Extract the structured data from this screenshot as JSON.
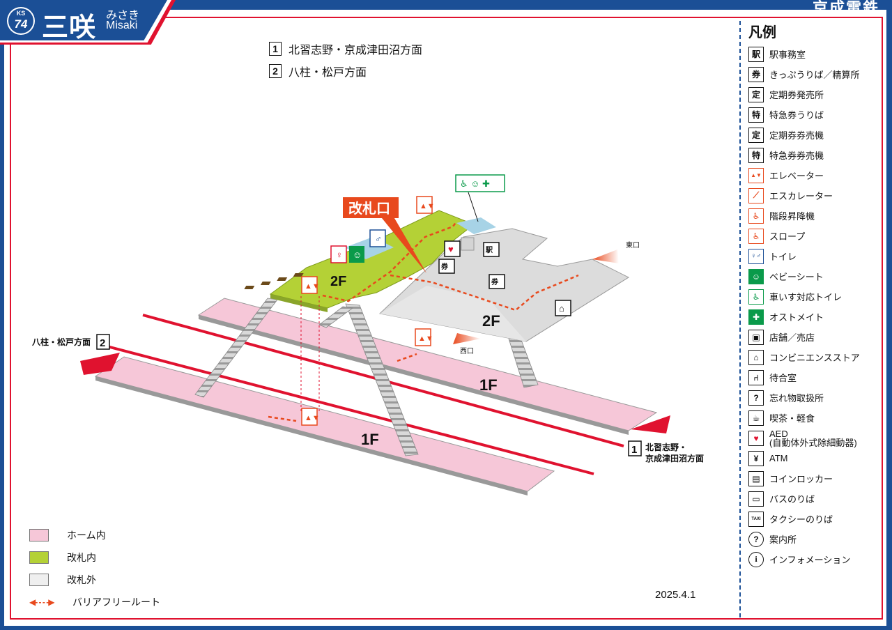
{
  "header": {
    "line_code": "KS",
    "station_number": "74",
    "station_name": "三咲",
    "station_kana": "みさき",
    "station_roman": "Misaki",
    "company": "京成電鉄"
  },
  "destinations": [
    {
      "num": "1",
      "label": "北習志野・京成津田沼方面"
    },
    {
      "num": "2",
      "label": "八柱・松戸方面"
    }
  ],
  "map": {
    "gate_label": "改札口",
    "floor_2f": "2F",
    "floor_1f": "1F",
    "east_exit": "東口",
    "west_exit": "西口",
    "track2_label": "八柱・松戸方面",
    "track2_num": "2",
    "track1_num": "1",
    "track1_label_line1": "北習志野・",
    "track1_label_line2": "京成津田沼方面"
  },
  "legend": {
    "title": "凡例",
    "items": [
      {
        "icon": "station-office-icon",
        "glyph": "駅",
        "label": "駅事務室"
      },
      {
        "icon": "ticket-office-icon",
        "glyph": "券",
        "label": "きっぷうりば／精算所"
      },
      {
        "icon": "commuter-pass-office-icon",
        "glyph": "定",
        "label": "定期券発売所"
      },
      {
        "icon": "limited-express-ticket-icon",
        "glyph": "特",
        "label": "特急券うりば"
      },
      {
        "icon": "commuter-pass-machine-icon",
        "glyph": "定",
        "label": "定期券券売機"
      },
      {
        "icon": "limited-express-machine-icon",
        "glyph": "特",
        "label": "特急券券売機"
      },
      {
        "icon": "elevator-icon",
        "glyph": "▲▼",
        "label": "エレベーター"
      },
      {
        "icon": "escalator-icon",
        "glyph": "⟋",
        "label": "エスカレーター"
      },
      {
        "icon": "stair-lift-icon",
        "glyph": "♿",
        "label": "階段昇降機"
      },
      {
        "icon": "slope-icon",
        "glyph": "♿",
        "label": "スロープ"
      },
      {
        "icon": "toilet-icon",
        "glyph": "♀♂",
        "label": "トイレ"
      },
      {
        "icon": "baby-seat-icon",
        "glyph": "☺",
        "label": "ベビーシート"
      },
      {
        "icon": "accessible-toilet-icon",
        "glyph": "♿",
        "label": "車いす対応トイレ"
      },
      {
        "icon": "ostomate-icon",
        "glyph": "✚",
        "label": "オストメイト"
      },
      {
        "icon": "shop-icon",
        "glyph": "▣",
        "label": "店舗／売店"
      },
      {
        "icon": "convenience-store-icon",
        "glyph": "⌂",
        "label": "コンビニエンスストア"
      },
      {
        "icon": "waiting-room-icon",
        "glyph": "⑁",
        "label": "待合室"
      },
      {
        "icon": "lost-and-found-icon",
        "glyph": "?",
        "label": "忘れ物取扱所"
      },
      {
        "icon": "cafe-icon",
        "glyph": "☕",
        "label": "喫茶・軽食"
      },
      {
        "icon": "aed-icon",
        "glyph": "♥",
        "label": "AED",
        "label2": "(自動体外式除細動器)"
      },
      {
        "icon": "atm-icon",
        "glyph": "¥",
        "label": "ATM"
      },
      {
        "icon": "coin-locker-icon",
        "glyph": "▤",
        "label": "コインロッカー"
      },
      {
        "icon": "bus-icon",
        "glyph": "▭",
        "label": "バスのりば"
      },
      {
        "icon": "taxi-icon",
        "glyph": "TAXI",
        "label": "タクシーのりば"
      },
      {
        "icon": "guide-icon",
        "glyph": "?",
        "label": "案内所"
      },
      {
        "icon": "information-icon",
        "glyph": "i",
        "label": "インフォメーション"
      }
    ]
  },
  "area_legend": {
    "platform": {
      "label": "ホーム内",
      "color": "#f6c7d8"
    },
    "inside_gate": {
      "label": "改札内",
      "color": "#b4d136"
    },
    "outside_gate": {
      "label": "改札外",
      "color": "#efefef"
    },
    "barrier_free": {
      "label": "バリアフリールート",
      "color": "#e8491d"
    }
  },
  "date": "2025.4.1"
}
